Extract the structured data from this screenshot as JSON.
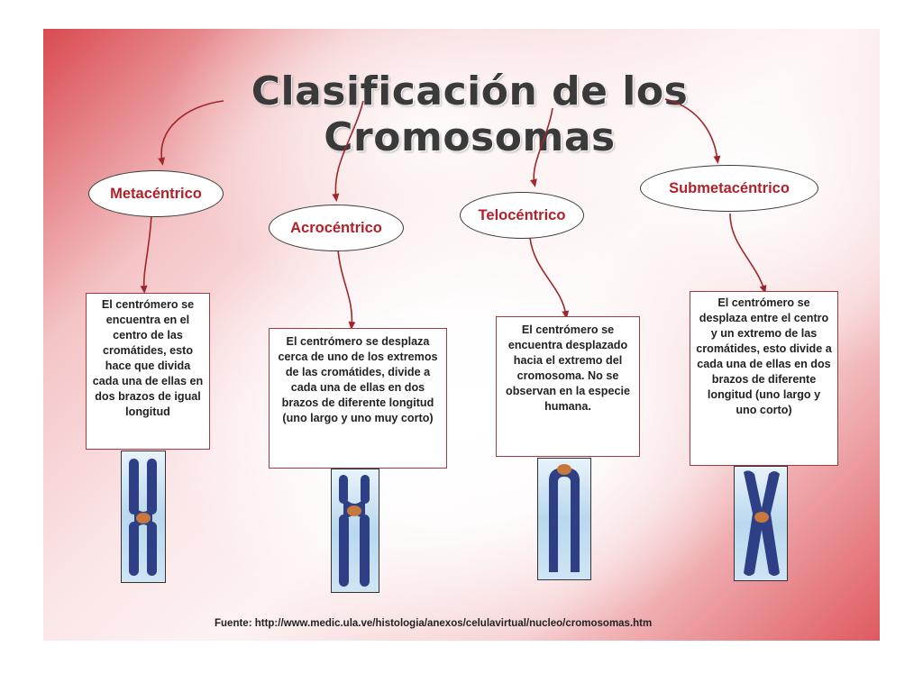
{
  "title": "Clasificación de los Cromosomas",
  "types": [
    {
      "name": "Metacéntrico",
      "description": "El centrómero se encuentra en el centro de las cromátides, esto hace que divida cada una de ellas en dos brazos de igual longitud",
      "chromosome_icon": "metacentric-chromosome-icon"
    },
    {
      "name": "Acrocéntrico",
      "description": "El centrómero se desplaza cerca de uno de los extremos de las cromátides, divide a cada una de ellas en dos brazos de diferente longitud (uno largo y uno muy corto)",
      "chromosome_icon": "acrocentric-chromosome-icon"
    },
    {
      "name": "Telocéntrico",
      "description": "El centrómero se encuentra desplazado hacia el extremo del cromosoma. No se observan en la especie humana.",
      "chromosome_icon": "telocentric-chromosome-icon"
    },
    {
      "name": "Submetacéntrico",
      "description": "El centrómero se desplaza entre el centro y un extremo de las cromátides, esto divide a cada una de ellas en dos brazos de diferente longitud (uno largo y uno corto)",
      "chromosome_icon": "submetacentric-chromosome-icon"
    }
  ],
  "source": "Fuente: http://www.medic.ula.ve/histologia/anexos/celulavirtual/nucleo/cromosomas.htm",
  "colors": {
    "accent_red": "#b2202a",
    "arrow": "#a0262c",
    "chromosome": "#2e3f86",
    "centromere": "#c8783c"
  }
}
